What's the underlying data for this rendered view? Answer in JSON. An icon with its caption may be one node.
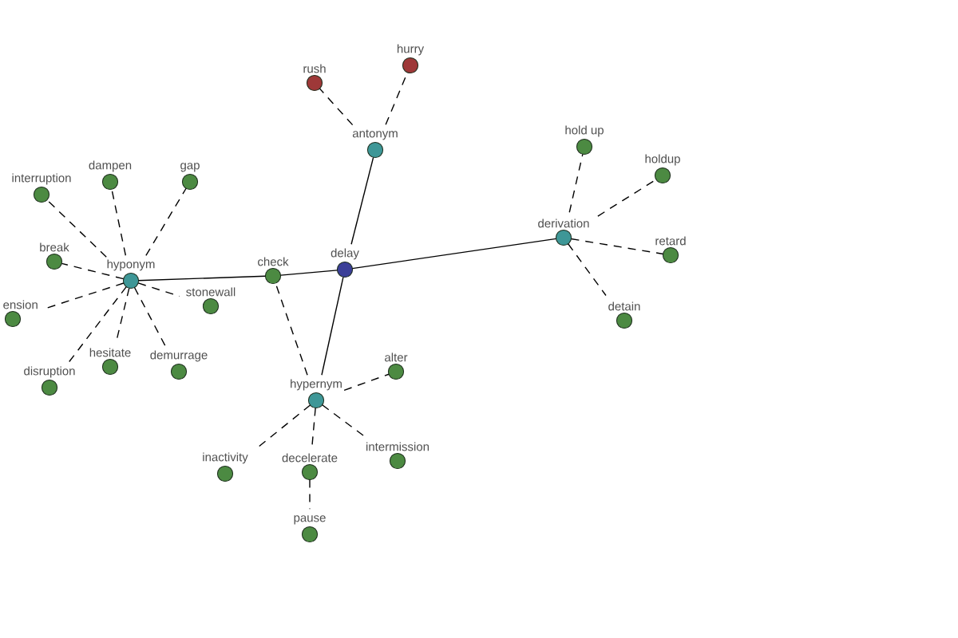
{
  "diagram": {
    "nodes": [
      {
        "text": [
          "rush"
        ]
      },
      {
        "text": [
          "hurry"
        ]
      },
      {
        "text": [
          "antonym"
        ]
      },
      {
        "text": [
          "hold up"
        ]
      },
      {
        "text": [
          "holdup"
        ]
      },
      {
        "text": [
          "interruption"
        ]
      },
      {
        "text": [
          "dampen"
        ]
      },
      {
        "text": [
          "gap"
        ]
      },
      {
        "text": [
          "derivation"
        ]
      },
      {
        "text": [
          "retard"
        ]
      },
      {
        "text": [
          "break"
        ]
      },
      {
        "text": [
          "hyponym"
        ]
      },
      {
        "text": [
          "check"
        ]
      },
      {
        "text": [
          "delay"
        ]
      },
      {
        "text": [
          "ension"
        ]
      },
      {
        "text": [
          "stonewall"
        ]
      },
      {
        "text": [
          "detain"
        ]
      },
      {
        "text": [
          "hesitate"
        ]
      },
      {
        "text": [
          "demurrage"
        ]
      },
      {
        "text": [
          "alter"
        ]
      },
      {
        "text": [
          "disruption"
        ]
      },
      {
        "text": [
          "hypernym"
        ]
      },
      {
        "text": [
          "intermission"
        ]
      },
      {
        "text": [
          "inactivity"
        ]
      },
      {
        "text": [
          "decelerate"
        ]
      },
      {
        "text": [
          "pause"
        ]
      }
    ],
    "edges": [
      {
        "from": 13,
        "to": 2,
        "arrow": "none"
      },
      {
        "from": 13,
        "to": 8,
        "arrow": "none"
      },
      {
        "from": 11,
        "to": 12,
        "arrow": "none"
      },
      {
        "from": 12,
        "to": 13,
        "arrow": "none"
      },
      {
        "from": 13,
        "to": 21,
        "arrow": "none"
      },
      {
        "from": 2,
        "to": 0,
        "arrow": "none",
        "style": "dashed"
      },
      {
        "from": 2,
        "to": 1,
        "arrow": "none",
        "style": "dashed"
      },
      {
        "from": 8,
        "to": 3,
        "arrow": "none",
        "style": "dashed"
      },
      {
        "from": 8,
        "to": 4,
        "arrow": "none",
        "style": "dashed"
      },
      {
        "from": 8,
        "to": 9,
        "arrow": "none",
        "style": "dashed"
      },
      {
        "from": 8,
        "to": 16,
        "arrow": "none",
        "style": "dashed"
      },
      {
        "from": 11,
        "to": 5,
        "arrow": "none",
        "style": "dashed"
      },
      {
        "from": 11,
        "to": 6,
        "arrow": "none",
        "style": "dashed"
      },
      {
        "from": 11,
        "to": 7,
        "arrow": "none",
        "style": "dashed"
      },
      {
        "from": 11,
        "to": 10,
        "arrow": "none",
        "style": "dashed"
      },
      {
        "from": 11,
        "to": 14,
        "arrow": "none",
        "style": "dashed"
      },
      {
        "from": 11,
        "to": 15,
        "arrow": "none",
        "style": "dashed"
      },
      {
        "from": 11,
        "to": 17,
        "arrow": "none",
        "style": "dashed"
      },
      {
        "from": 11,
        "to": 18,
        "arrow": "none",
        "style": "dashed"
      },
      {
        "from": 11,
        "to": 20,
        "arrow": "none",
        "style": "dashed"
      },
      {
        "from": 21,
        "to": 12,
        "arrow": "none",
        "style": "dashed"
      },
      {
        "from": 21,
        "to": 19,
        "arrow": "none",
        "style": "dashed"
      },
      {
        "from": 21,
        "to": 22,
        "arrow": "none",
        "style": "dashed"
      },
      {
        "from": 21,
        "to": 23,
        "arrow": "none",
        "style": "dashed"
      },
      {
        "from": 21,
        "to": 24,
        "arrow": "none",
        "style": "dashed"
      },
      {
        "from": 24,
        "to": 25,
        "arrow": "none",
        "style": "dashed"
      }
    ]
  }
}
